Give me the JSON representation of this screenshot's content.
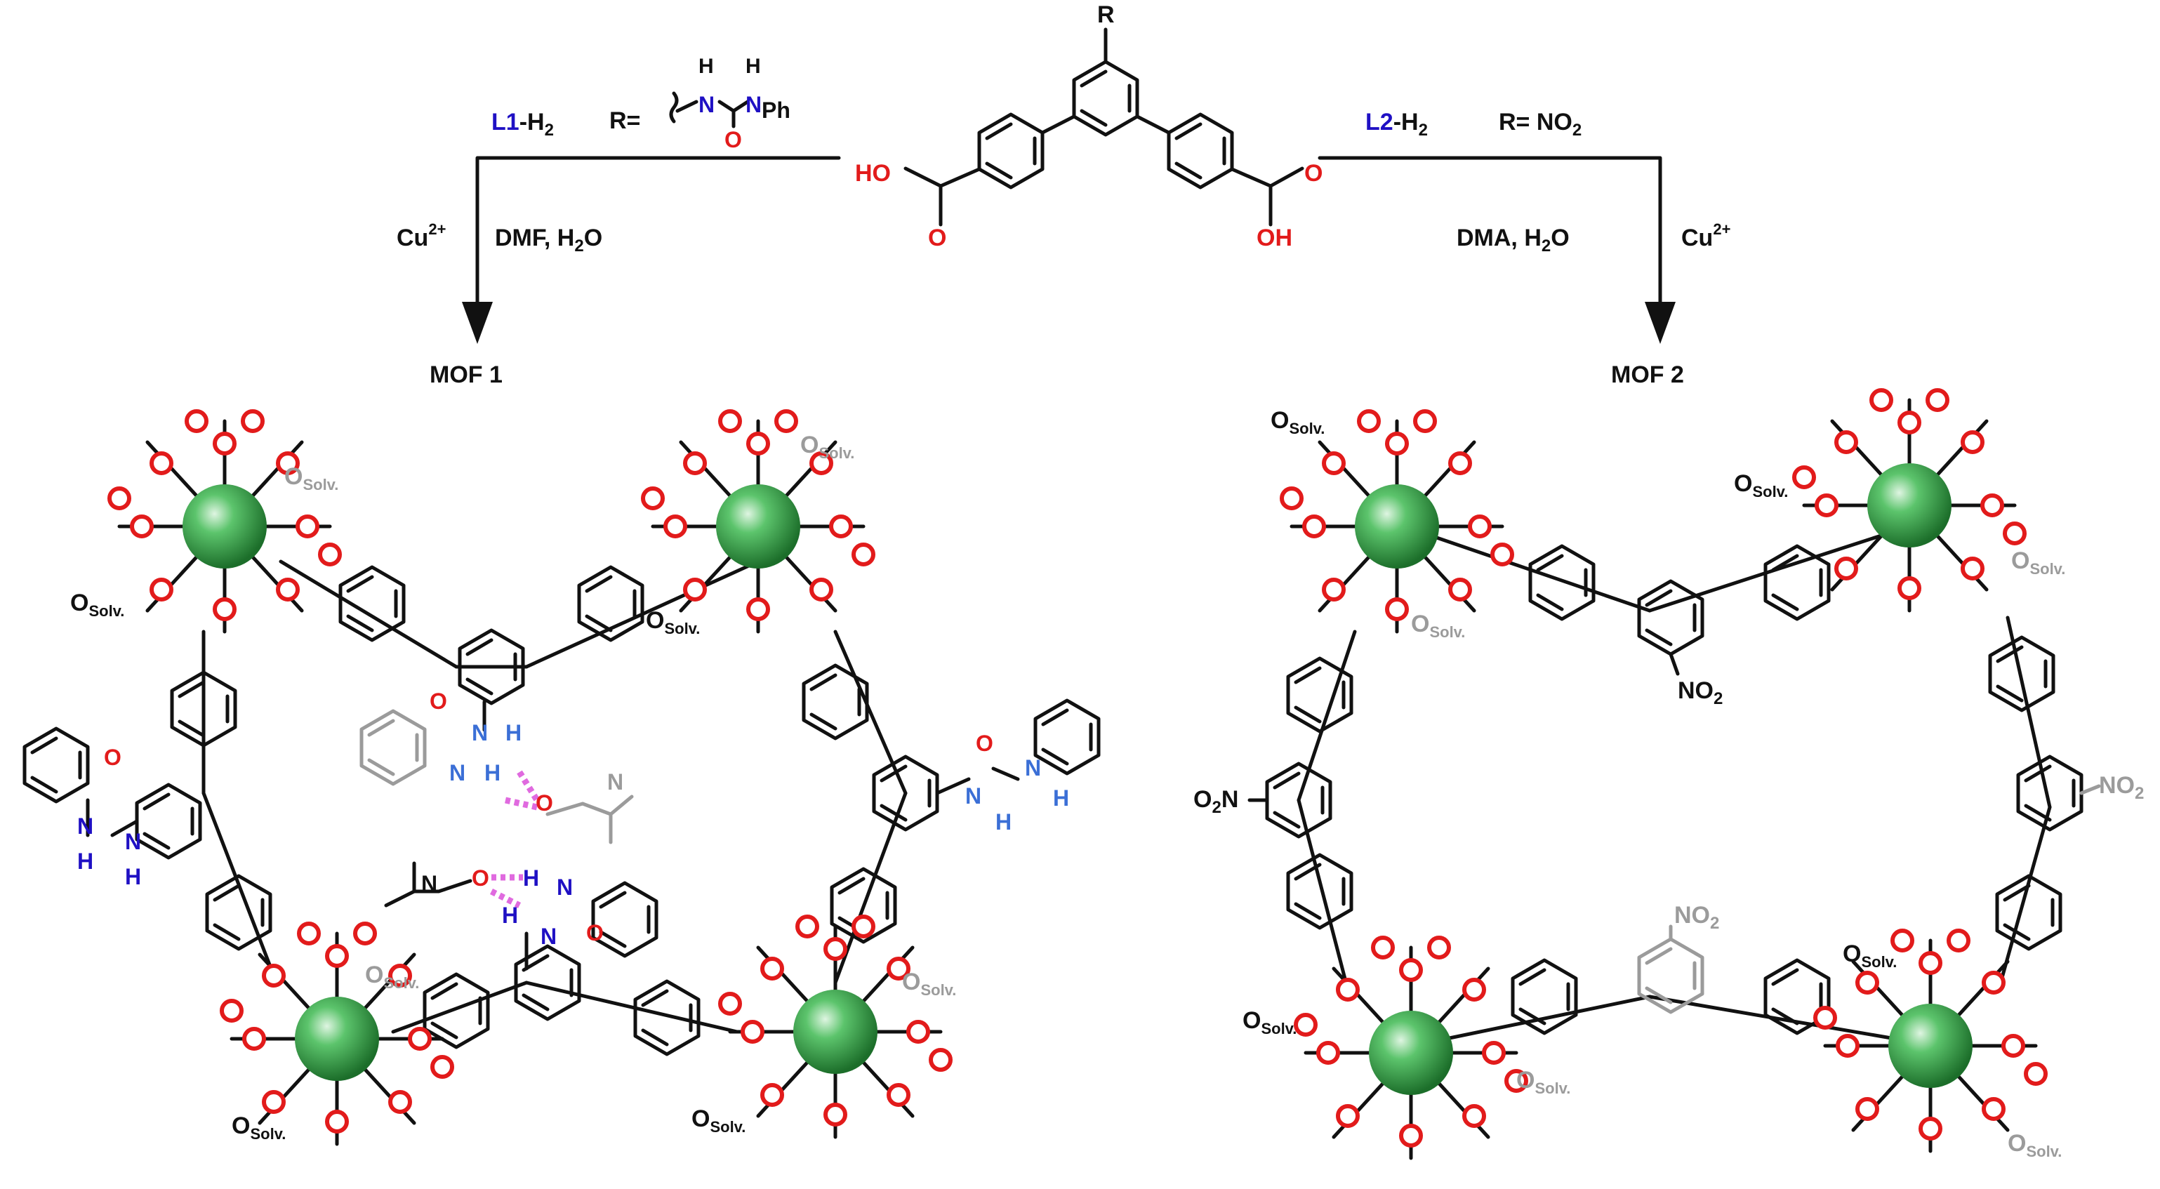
{
  "reaction": {
    "left": {
      "ligand_name": "L1",
      "ligand_suffix": "-H",
      "ligand_sub": "2",
      "r_label": "R=",
      "r_group": {
        "nh_left": "N",
        "nh_right": "N",
        "h": "H",
        "o": "O",
        "ph": "Ph"
      },
      "metal": "Cu",
      "metal_charge": "2+",
      "solvents": "DMF, H",
      "solvents_sub": "2",
      "solvents_tail": "O",
      "product": "MOF 1"
    },
    "right": {
      "ligand_name": "L2",
      "ligand_suffix": "-H",
      "ligand_sub": "2",
      "r_label": "R= NO",
      "r_sub": "2",
      "metal": "Cu",
      "metal_charge": "2+",
      "solvents": "DMA, H",
      "solvents_sub": "2",
      "solvents_tail": "O",
      "product": "MOF 2"
    },
    "ligand": {
      "r": "R",
      "acid_left": "HO",
      "acid_right": "OH",
      "carbonyl_o": "O"
    }
  },
  "labels": {
    "osolv_o": "O",
    "osolv_sub": "Solv.",
    "no2_main": "NO",
    "no2_sub": "2",
    "o2n_main": "O",
    "o2n_sub": "2",
    "o2n_tail": "N",
    "nh_n": "N",
    "nh_h": "H",
    "o": "O"
  },
  "colors": {
    "oxygen": "#e21b1b",
    "nitrogen_l1": "#1f10c4",
    "nitrogen_light": "#3b6fd6",
    "solvent_grey": "#9b9b9b",
    "copper_sphere": "#2e9a3c",
    "hbond": "#e06adf"
  }
}
